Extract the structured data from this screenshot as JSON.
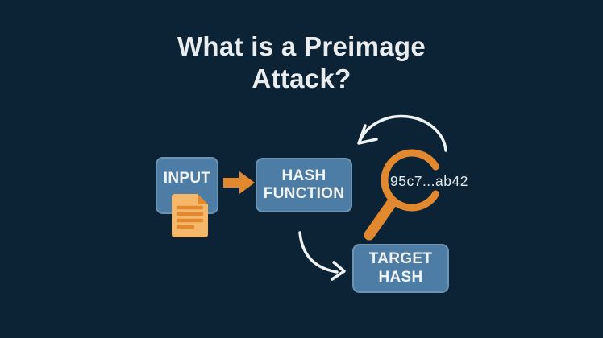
{
  "title": {
    "line1": "What is a Preimage",
    "line2": "Attack?"
  },
  "nodes": {
    "input": {
      "label": "INPUT"
    },
    "hash_function": {
      "label_line1": "HASH",
      "label_line2": "FUNCTION"
    },
    "target_hash": {
      "label_line1": "TARGET",
      "label_line2": "HASH"
    }
  },
  "hash_value": "95c7...ab42",
  "icons": {
    "document": "document-icon",
    "magnifier": "magnifying-glass-icon",
    "flow_arrow": "arrow-right-icon",
    "cycle_arrow": "retry-cycle-arrow-icon",
    "curve_arrow": "curved-down-arrow-icon"
  },
  "colors": {
    "background": "#0b2334",
    "node_fill": "#4d7da4",
    "node_border": "#6d94b4",
    "accent_orange": "#e2882f",
    "paper_fill": "#f5b76a",
    "title_text": "#e9edf0",
    "node_text": "#f1f5f8",
    "arrow_white": "#eff3f5"
  }
}
